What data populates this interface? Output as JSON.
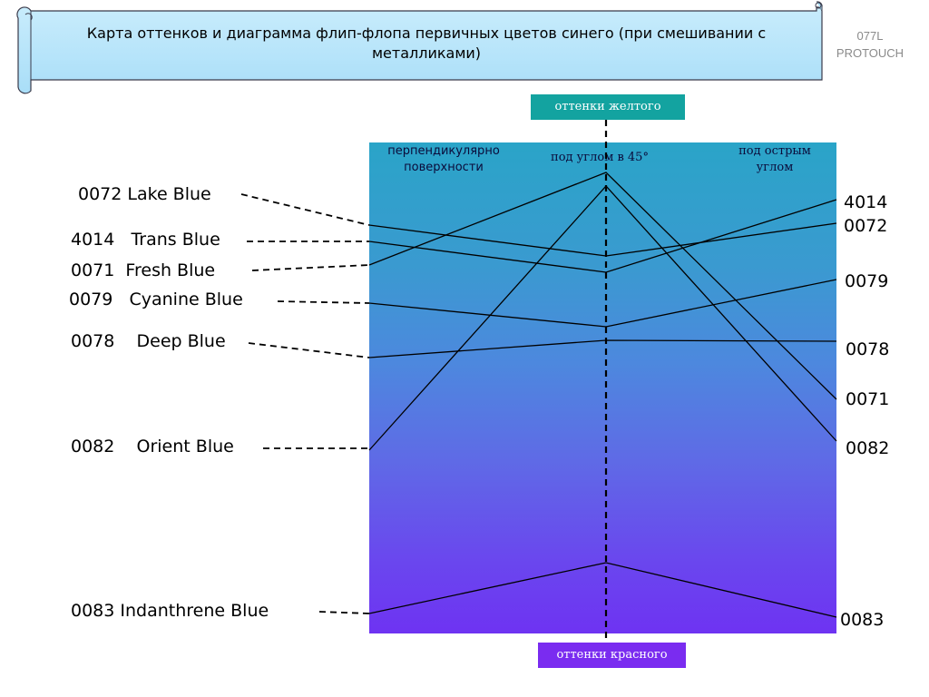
{
  "header": {
    "title": "Карта оттенков и диаграмма флип-флопа первичных цветов синего (при смешивании с металликами)",
    "code": "077L PROTOUCH"
  },
  "axis_tags": {
    "top": "оттенки желтого",
    "bottom": "оттенки красного"
  },
  "columns": {
    "perpendicular": "перпендикулярно поверхности",
    "angle_45": "под углом в 45°",
    "sharp_angle": "под острым углом"
  },
  "colors": {
    "panel_top": "#2aa4c8",
    "panel_bottom": "#6e33f2",
    "tag_yellow": "#13a3a0",
    "tag_red": "#7a2cf0",
    "banner": "#bfe8fb"
  },
  "left_labels": [
    "0072 Lake Blue",
    "4014   Trans Blue",
    "0071  Fresh Blue",
    "0079   Cyanine Blue",
    "0078    Deep Blue",
    "0082    Orient Blue",
    "0083 Indanthrene Blue"
  ],
  "right_labels": [
    "4014",
    "0072",
    "0079",
    "0078",
    "0071",
    "0082",
    "0083"
  ]
}
